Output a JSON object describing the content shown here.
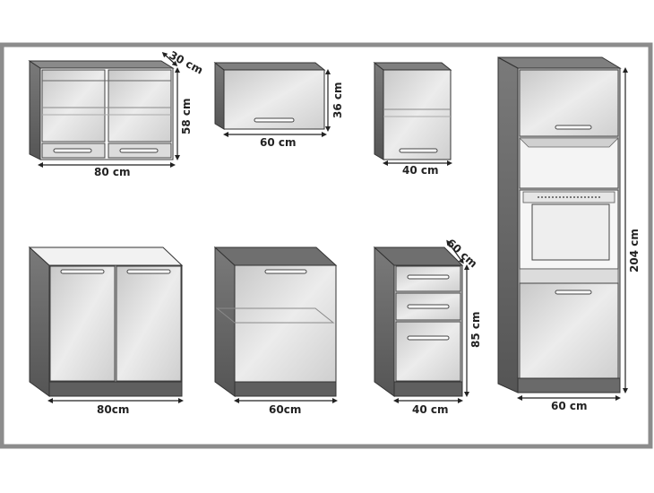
{
  "dimensions": {
    "wall_80_depth": "30 cm",
    "wall_80_height": "58 cm",
    "wall_80_width": "80 cm",
    "wall_60_height": "36 cm",
    "wall_60_width": "60 cm",
    "wall_40_width": "40 cm",
    "tall_height": "204 cm",
    "tall_width": "60 cm",
    "base_80_width": "80cm",
    "base_60_width": "60cm",
    "drawer_depth": "60 cm",
    "drawer_height": "85 cm",
    "drawer_width": "40 cm"
  },
  "colors": {
    "frame": "#8c8c8c",
    "panel": "#d9d9d9",
    "side": "#6e6e6e",
    "top": "#7a7a7a",
    "plinth": "#5c5c5c",
    "outline": "#333333"
  }
}
